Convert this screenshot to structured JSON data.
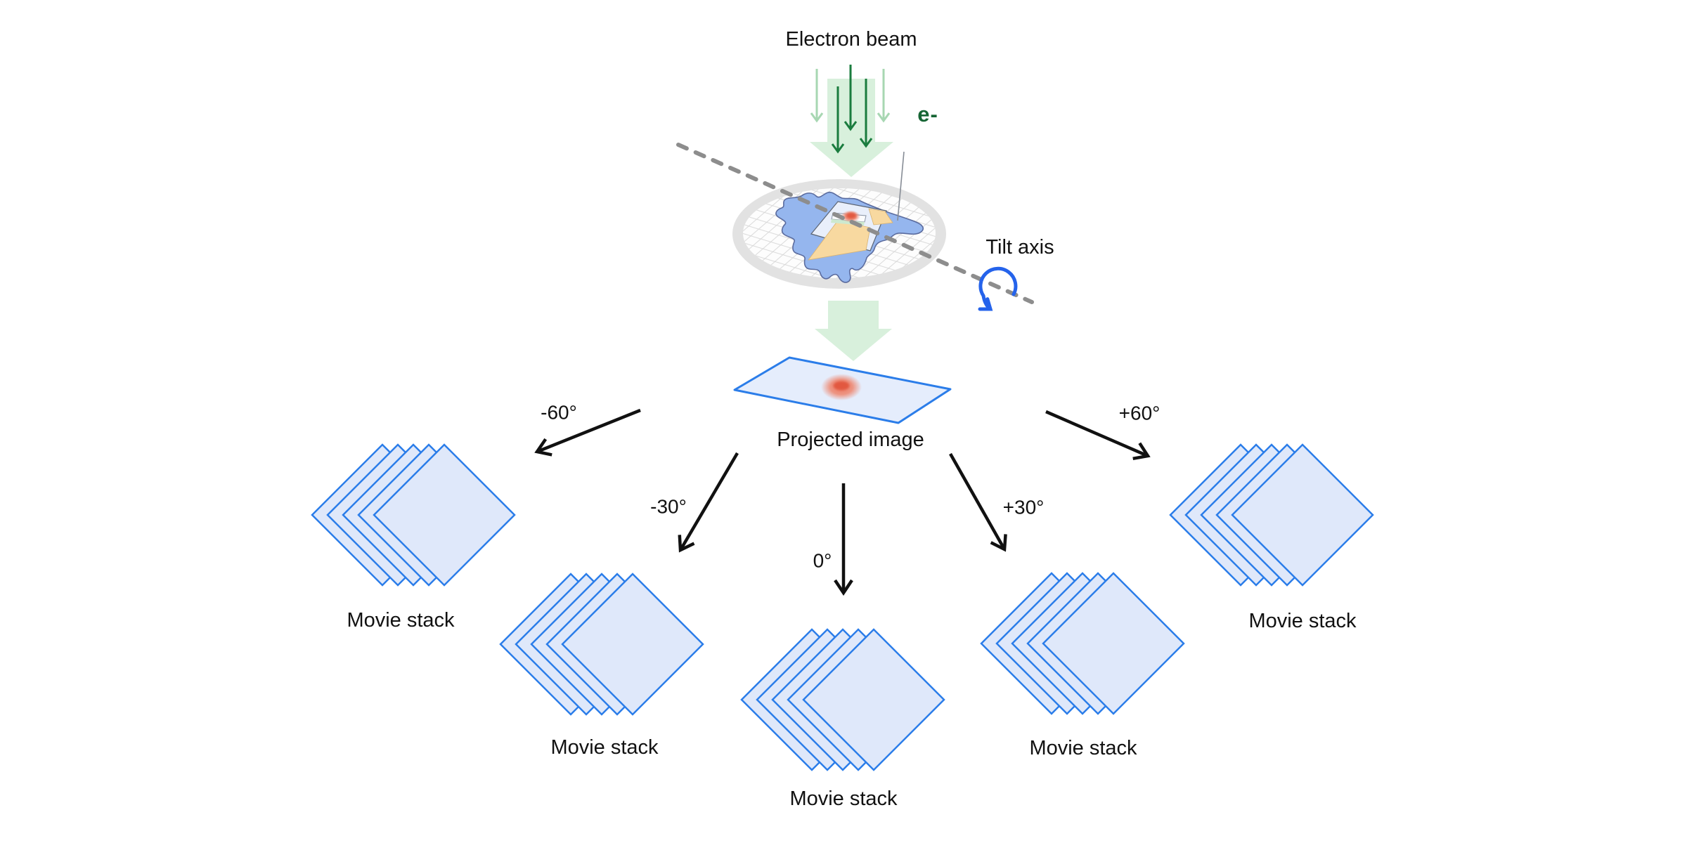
{
  "figure": {
    "electron_beam_label": "Electron beam",
    "electron_symbol": "e-",
    "tilt_axis_label": "Tilt axis",
    "projected_image_label": "Projected image"
  },
  "tilt_angles": [
    {
      "label": "-60°"
    },
    {
      "label": "-30°"
    },
    {
      "label": "0°"
    },
    {
      "label": "+30°"
    },
    {
      "label": "+60°"
    }
  ],
  "movie_stacks": [
    {
      "label": "Movie stack"
    },
    {
      "label": "Movie stack"
    },
    {
      "label": "Movie stack"
    },
    {
      "label": "Movie stack"
    },
    {
      "label": "Movie stack"
    }
  ],
  "colors": {
    "beam_green_dark": "#1a7c3e",
    "beam_green_light": "#a7d7b2",
    "beam_block_green": "#d8f0dc",
    "electron_text_green": "#166534",
    "frame_blue": "#2b7de9",
    "frame_fill": "#dfe8fa",
    "sheet_fill": "#e5edfc",
    "arrow_black": "#111111",
    "tilt_axis_gray": "#8d8d8d",
    "rotation_blue": "#2563eb",
    "target_red": "#ee8a74",
    "target_red_dark": "#e25840",
    "grid_ring_gray": "#e2e2e2",
    "mesh_line_gray": "#d6d6d6",
    "cell_blue": "#95b6ee",
    "cell_stroke": "#5a6b9e",
    "lamella_orange": "#f8d9a0"
  }
}
